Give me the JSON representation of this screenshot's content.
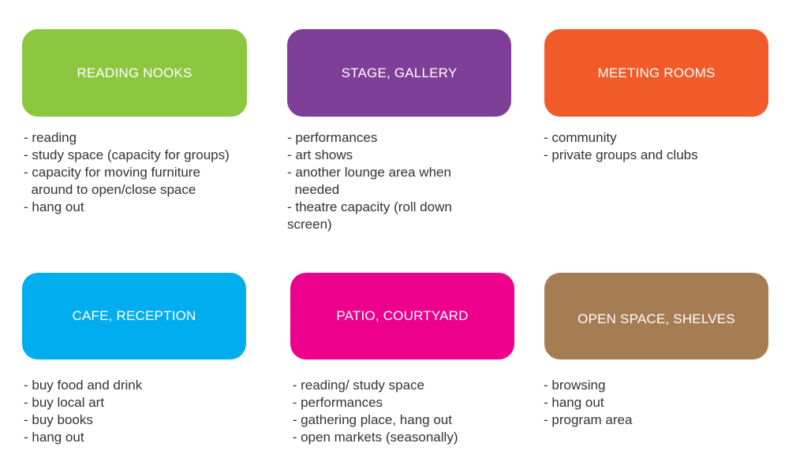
{
  "cards": [
    {
      "title": "READING NOOKS",
      "color": "#8dc63f",
      "notes": [
        "- reading",
        "- study space (capacity for groups)",
        "- capacity for moving furniture",
        "  around to open/close space",
        "- hang out"
      ]
    },
    {
      "title": "STAGE, GALLERY",
      "color": "#7f3f98",
      "notes": [
        "- performances",
        "- art shows",
        "- another lounge area when",
        "  needed",
        "- theatre capacity (roll down",
        "screen)"
      ]
    },
    {
      "title": "MEETING ROOMS",
      "color": "#f15a29",
      "notes": [
        "- community",
        "- private groups and clubs"
      ]
    },
    {
      "title": "CAFE, RECEPTION",
      "color": "#00aeef",
      "notes": [
        "- buy food and drink",
        "- buy local art",
        "- buy books",
        "- hang out"
      ]
    },
    {
      "title": "PATIO, COURTYARD",
      "color": "#ec008c",
      "notes": [
        " - reading/ study space",
        " - performances",
        " - gathering place, hang out",
        " - open markets (seasonally)"
      ]
    },
    {
      "title": "OPEN SPACE, SHELVES",
      "color": "#a67c52",
      "notes": [
        "- browsing",
        "- hang out",
        "- program area"
      ]
    }
  ]
}
